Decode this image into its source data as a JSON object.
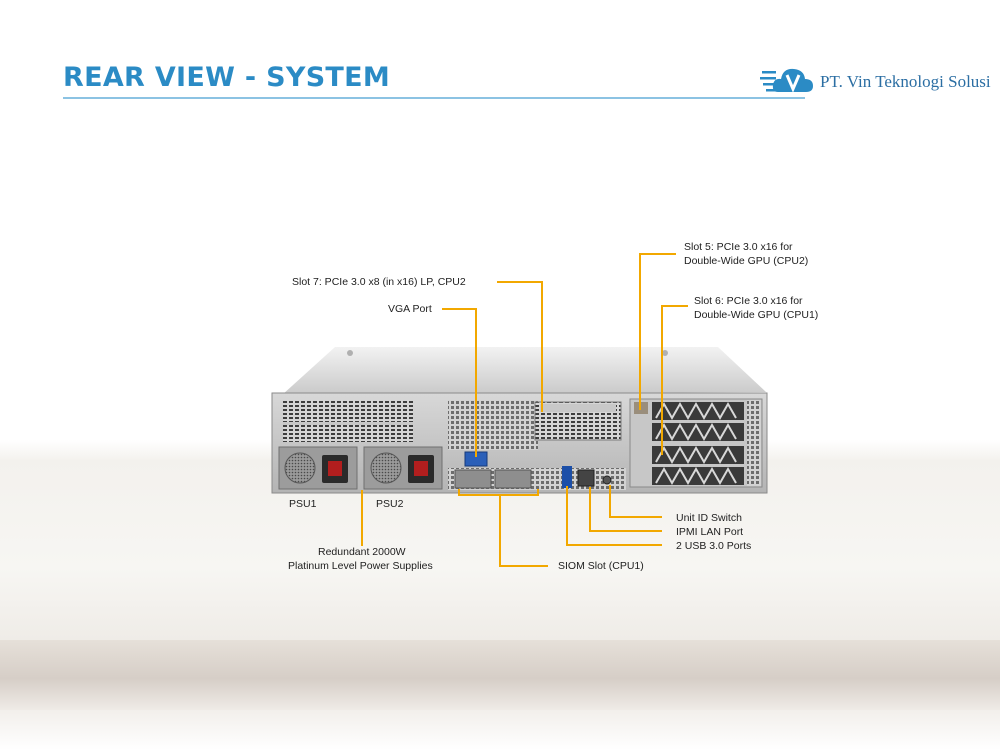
{
  "header": {
    "title": "REAR VIEW - SYSTEM",
    "company": "PT. Vin Teknologi Solusi",
    "accent_color": "#2b8bc5"
  },
  "logo": {
    "icon": "cloud-v-logo-icon"
  },
  "callouts": {
    "slot7": "Slot 7: PCIe 3.0 x8 (in x16) LP, CPU2",
    "vga": "VGA Port",
    "slot5_line1": "Slot 5: PCIe 3.0 x16 for",
    "slot5_line2": "Double-Wide GPU (CPU2)",
    "slot6_line1": "Slot 6: PCIe 3.0 x16 for",
    "slot6_line2": "Double-Wide GPU (CPU1)",
    "psu1": "PSU1",
    "psu2": "PSU2",
    "psu_desc_line1": "Redundant 2000W",
    "psu_desc_line2": "Platinum Level Power Supplies",
    "unit_id": "Unit ID Switch",
    "ipmi": "IPMI LAN Port",
    "usb": "2 USB 3.0 Ports",
    "siom": "SIOM Slot (CPU1)"
  },
  "leader_color": "#f2a800"
}
